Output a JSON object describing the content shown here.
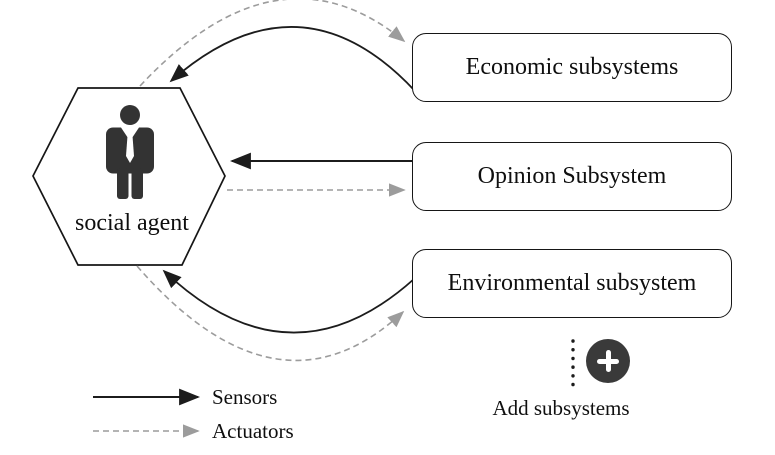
{
  "diagram": {
    "agent": {
      "label": "social agent",
      "icon": "person-icon",
      "shape": "hexagon"
    },
    "subsystems": [
      {
        "label": "Economic subsystems"
      },
      {
        "label": "Opinion Subsystem"
      },
      {
        "label": "Environmental subsystem"
      }
    ],
    "connections": [
      {
        "from": "Economic subsystems",
        "to": "social agent",
        "type": "sensor"
      },
      {
        "from": "social agent",
        "to": "Economic subsystems",
        "type": "actuator"
      },
      {
        "from": "Opinion Subsystem",
        "to": "social agent",
        "type": "sensor"
      },
      {
        "from": "social agent",
        "to": "Opinion Subsystem",
        "type": "actuator"
      },
      {
        "from": "Environmental subsystem",
        "to": "social agent",
        "type": "sensor"
      },
      {
        "from": "social agent",
        "to": "Environmental subsystem",
        "type": "actuator"
      }
    ],
    "legend": [
      {
        "label": "Sensors",
        "style": "solid-black-arrow"
      },
      {
        "label": "Actuators",
        "style": "dashed-gray-arrow"
      }
    ],
    "add": {
      "label": "Add subsystems",
      "icon": "plus-icon"
    },
    "colors": {
      "line": "#1c1c1c",
      "actuator_gray": "#9c9c9c",
      "icon_dark": "#333333",
      "add_button": "#3a3a3a",
      "background": "#ffffff"
    }
  }
}
